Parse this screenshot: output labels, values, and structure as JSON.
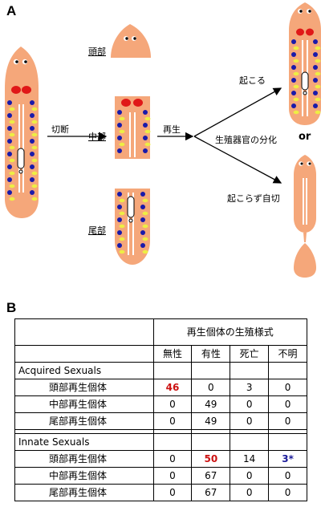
{
  "panel_a": {
    "letter": "A",
    "labels": {
      "head": "頭部",
      "middle": "中部",
      "tail": "尾部",
      "cut": "切断",
      "regen": "再生",
      "occurs": "起こる",
      "differentiation": "生殖器官の分化",
      "or": "or",
      "not_occur": "起こらず自切"
    },
    "colors": {
      "body": "#f5a77a",
      "testis_dot": "#1a1aaa",
      "yolk": "#eeee44",
      "ovary": "#e01818",
      "eye": "#000000",
      "arrow": "#000000"
    }
  },
  "panel_b": {
    "letter": "B",
    "header": "再生個体の生殖様式",
    "columns": [
      "無性",
      "有性",
      "死亡",
      "不明"
    ],
    "groups": [
      {
        "name": "Acquired Sexuals",
        "rows": [
          {
            "label": "頭部再生個体",
            "values": [
              "46",
              "0",
              "3",
              "0"
            ]
          },
          {
            "label": "中部再生個体",
            "values": [
              "0",
              "49",
              "0",
              "0"
            ]
          },
          {
            "label": "尾部再生個体",
            "values": [
              "0",
              "49",
              "0",
              "0"
            ]
          }
        ]
      },
      {
        "name": "Innate Sexuals",
        "rows": [
          {
            "label": "頭部再生個体",
            "values": [
              "0",
              "50",
              "14",
              "3*"
            ]
          },
          {
            "label": "中部再生個体",
            "values": [
              "0",
              "67",
              "0",
              "0"
            ]
          },
          {
            "label": "尾部再生個体",
            "values": [
              "0",
              "67",
              "0",
              "0"
            ]
          }
        ]
      }
    ],
    "highlight_colors": {
      "red": "#cc1111",
      "blue": "#1a1a99"
    }
  }
}
